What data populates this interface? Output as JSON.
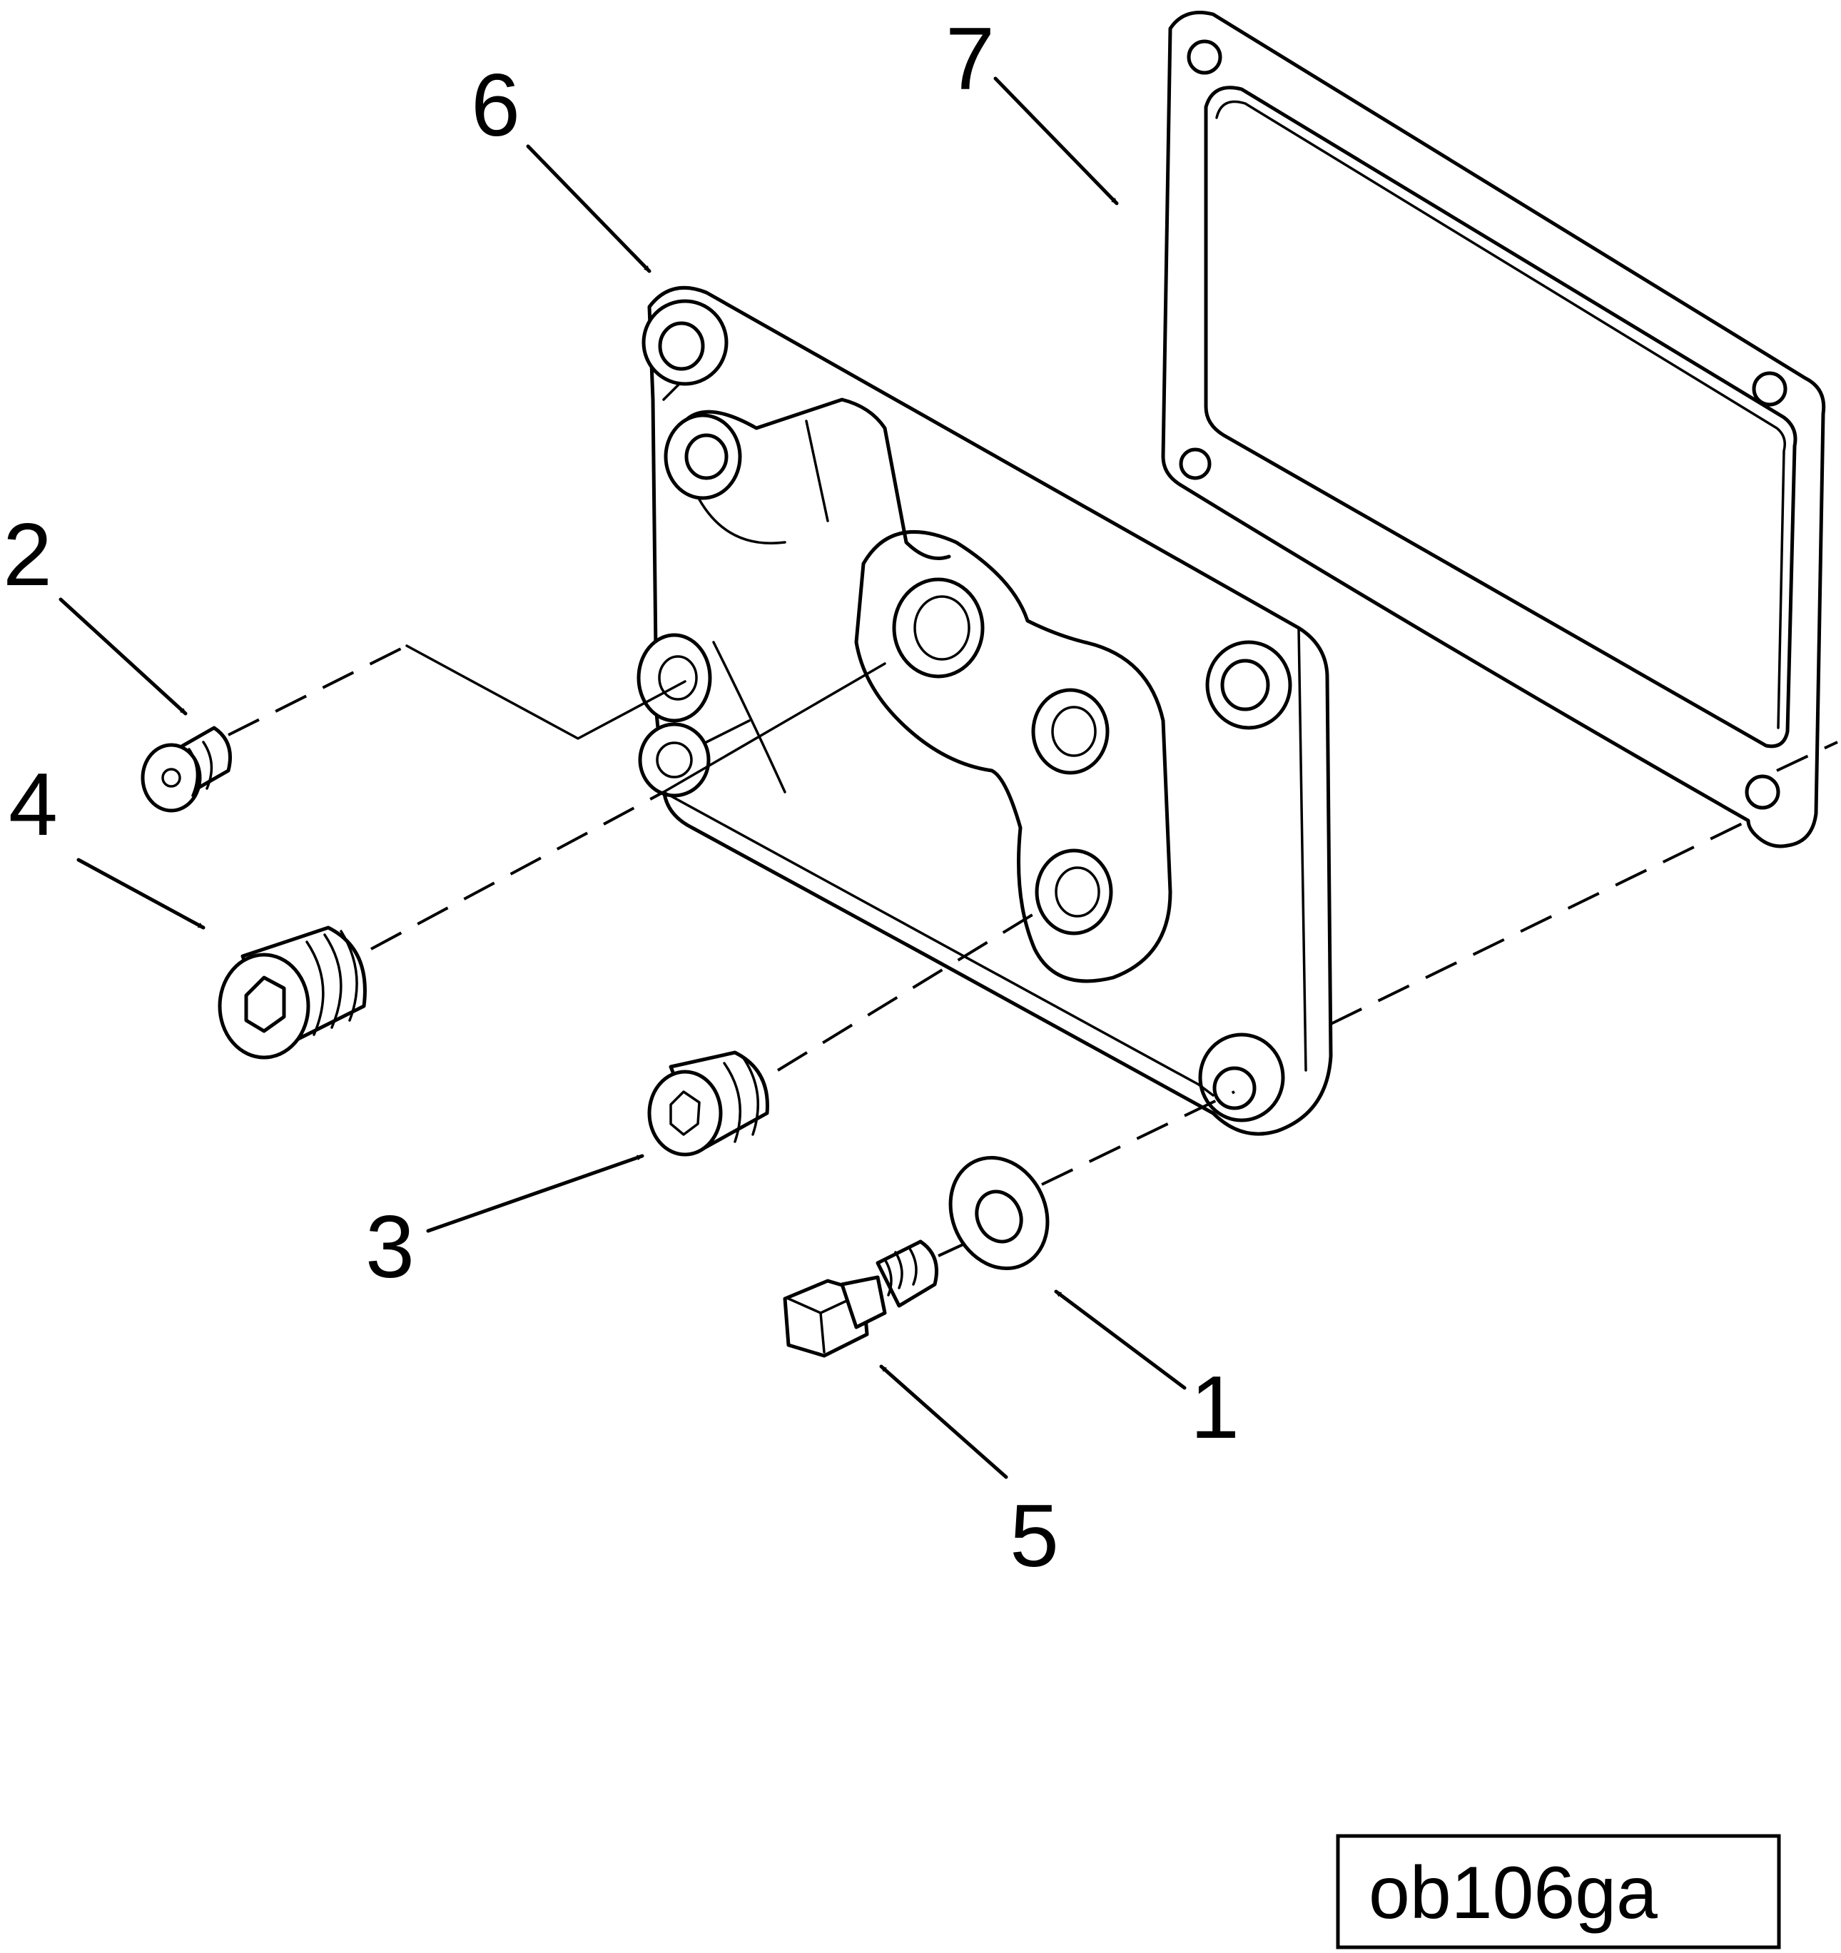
{
  "callouts": [
    {
      "id": "1",
      "label": "1",
      "part": "washer"
    },
    {
      "id": "2",
      "label": "2",
      "part": "small-plug"
    },
    {
      "id": "3",
      "label": "3",
      "part": "medium-plug"
    },
    {
      "id": "4",
      "label": "4",
      "part": "large-plug"
    },
    {
      "id": "5",
      "label": "5",
      "part": "banjo-bolt"
    },
    {
      "id": "6",
      "label": "6",
      "part": "cover-housing"
    },
    {
      "id": "7",
      "label": "7",
      "part": "gasket"
    }
  ],
  "reference_code": "ob106ga"
}
